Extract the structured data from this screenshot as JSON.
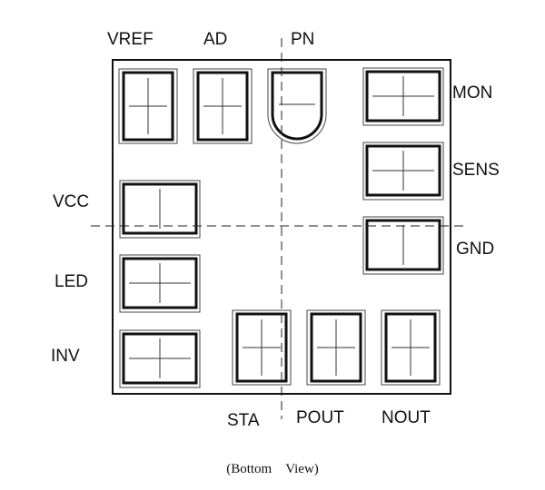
{
  "pins": {
    "vref": "VREF",
    "ad": "AD",
    "pn": "PN",
    "mon": "MON",
    "sens": "SENS",
    "vcc": "VCC",
    "gnd": "GND",
    "led": "LED",
    "inv": "INV",
    "sta": "STA",
    "pout": "POUT",
    "nout": "NOUT"
  },
  "caption": "(Bottom　View)"
}
